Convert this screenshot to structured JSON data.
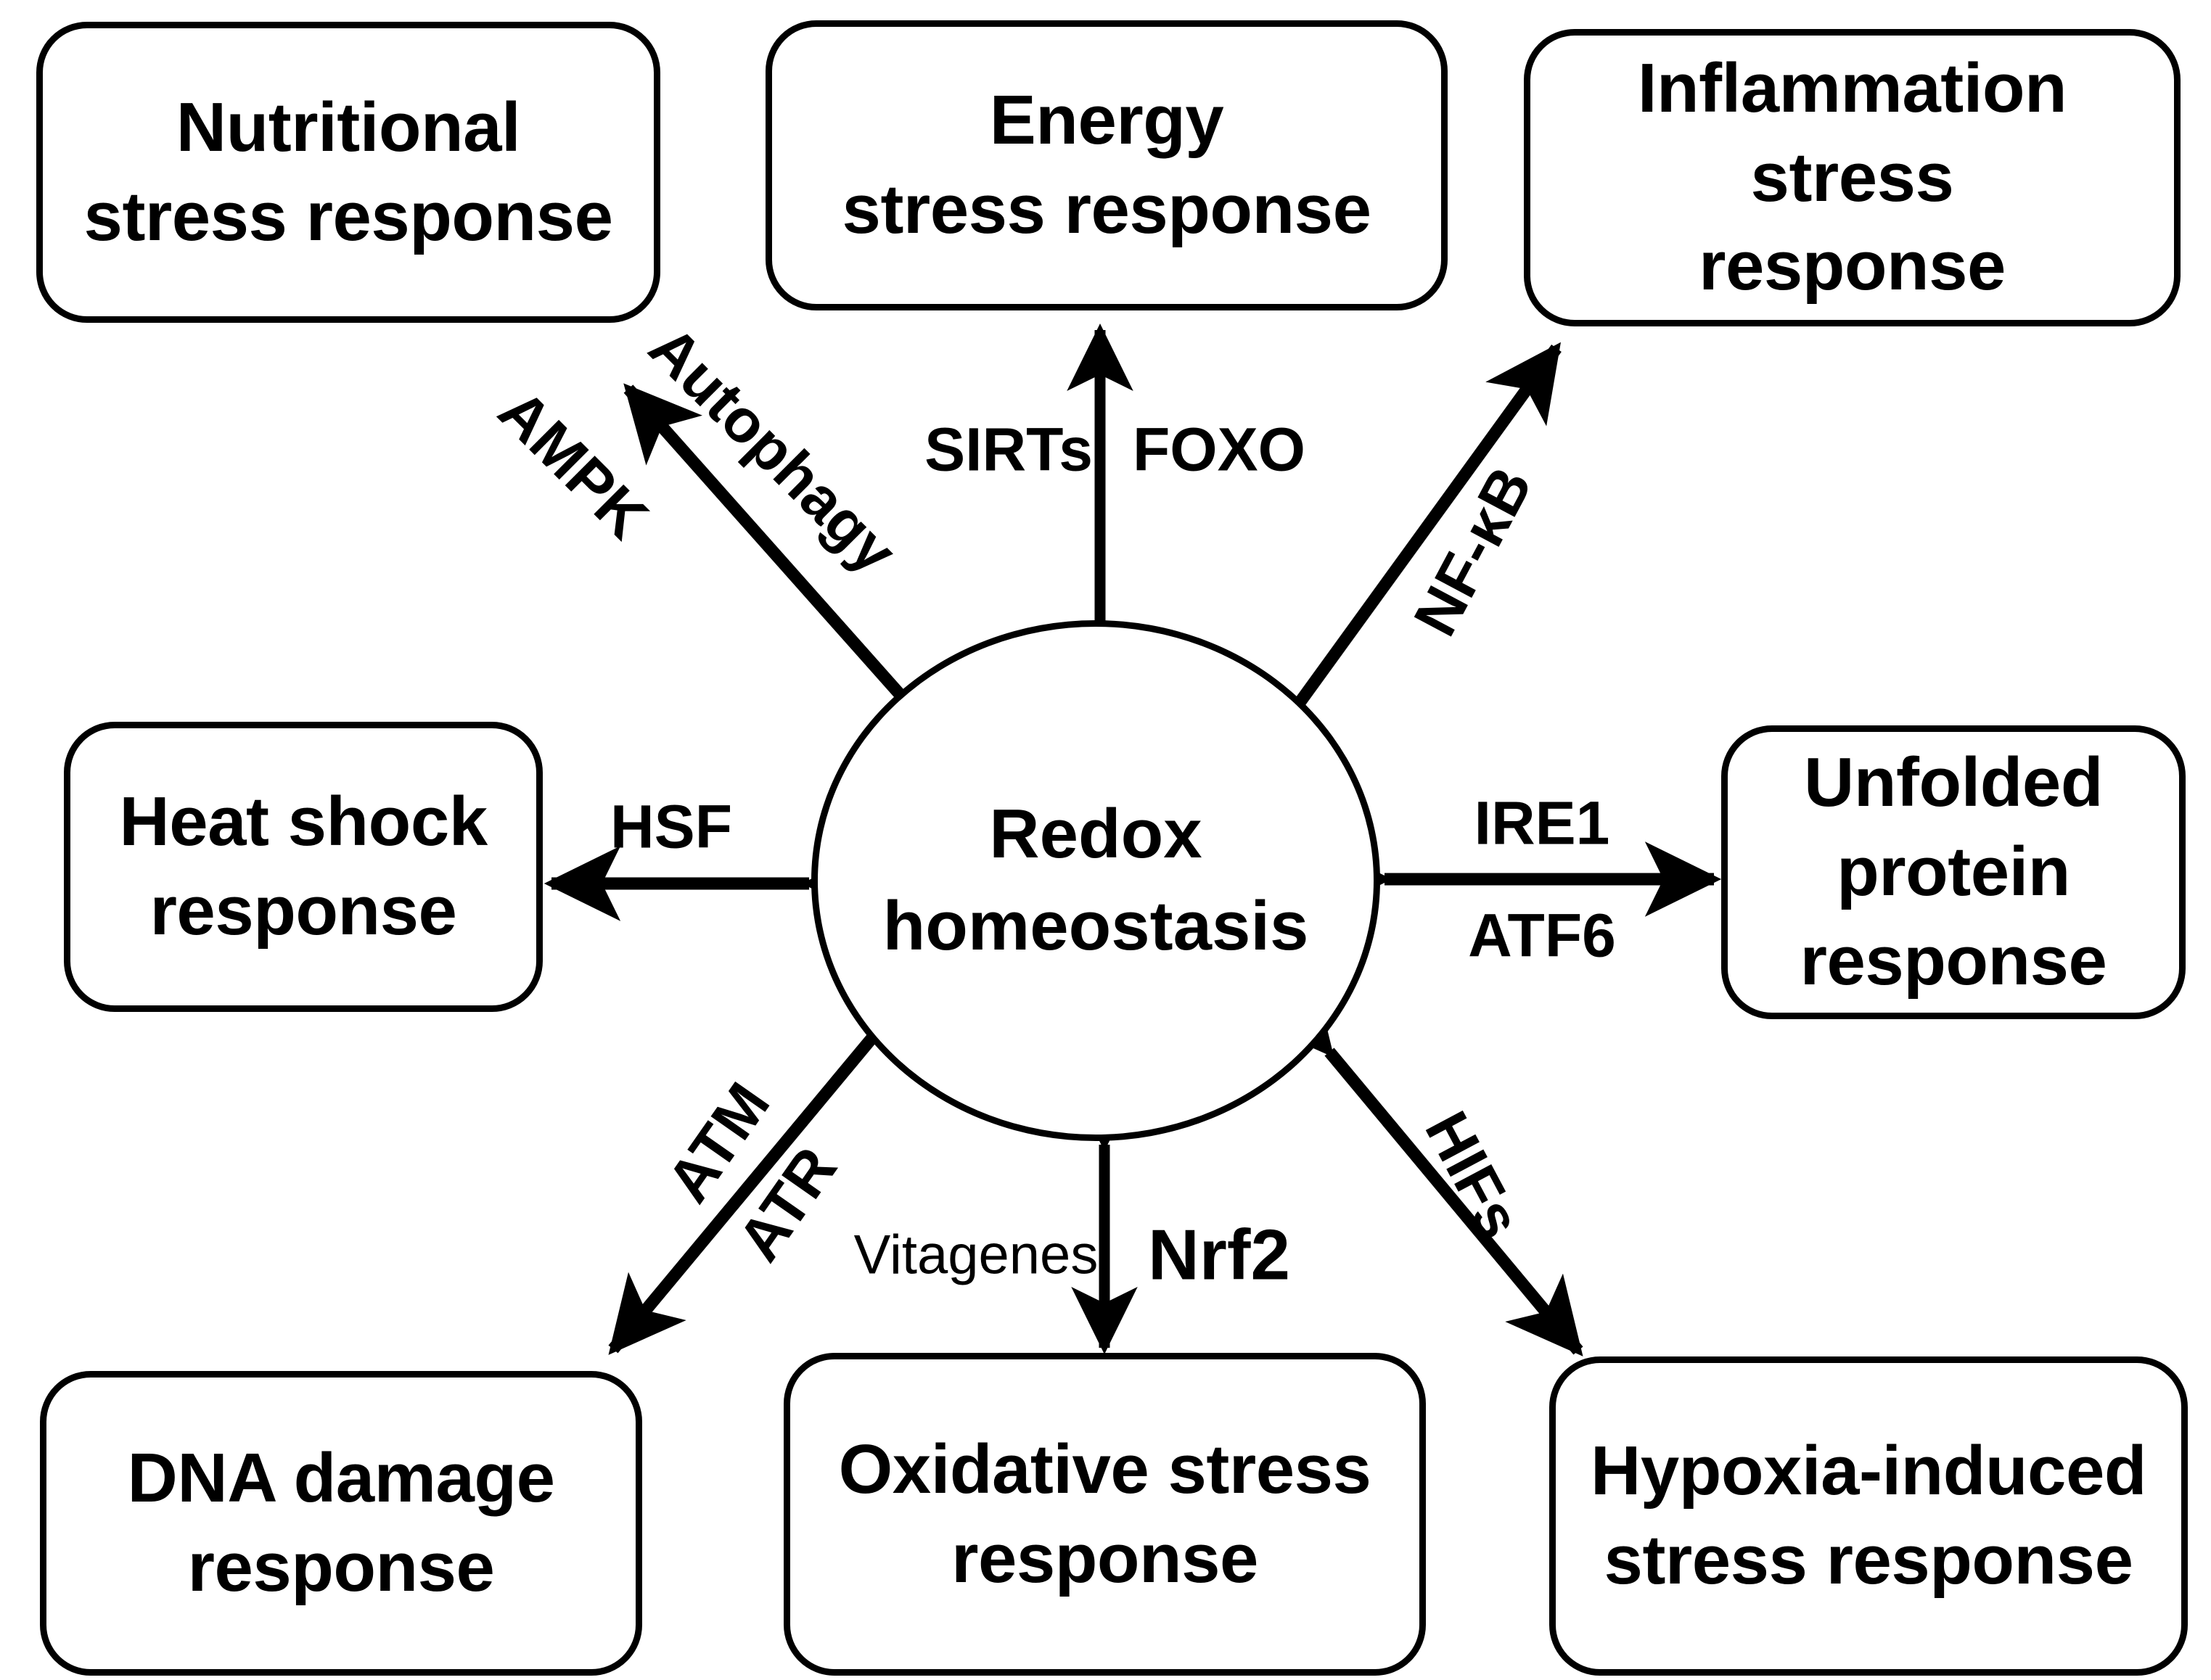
{
  "figure": {
    "type": "hub-and-spoke concept diagram",
    "center": {
      "label": "Redox\nhomeostasis",
      "shape": "circle"
    },
    "nodes": [
      {
        "id": "nutritional",
        "label": "Nutritional\nstress response",
        "position": "top-left"
      },
      {
        "id": "energy",
        "label": "Energy\nstress response",
        "position": "top-center"
      },
      {
        "id": "inflammation",
        "label": "Inflammation stress\nresponse",
        "position": "top-right"
      },
      {
        "id": "heatshock",
        "label": "Heat shock\nresponse",
        "position": "middle-left"
      },
      {
        "id": "unfolded",
        "label": "Unfolded\nprotein\nresponse",
        "position": "middle-right"
      },
      {
        "id": "dnadamage",
        "label": "DNA damage\nresponse",
        "position": "bottom-left"
      },
      {
        "id": "oxidative",
        "label": "Oxidative stress\nresponse",
        "position": "bottom-center"
      },
      {
        "id": "hypoxia",
        "label": "Hypoxia-induced\nstress response",
        "position": "bottom-right"
      }
    ],
    "edge_labels": {
      "ampk": "AMPK",
      "autophagy": "Autophagy",
      "sirts": "SIRTs",
      "foxo": "FOXO",
      "nfkb": "NF-κB",
      "hsf": "HSF",
      "ire1": "IRE1",
      "atf6": "ATF6",
      "atm": "ATM",
      "atr": "ATR",
      "vitagenes": "Vitagenes",
      "nrf2": "Nrf2",
      "hifs": "HIFs"
    },
    "edges": [
      {
        "from": "center",
        "to": "nutritional",
        "arrow": "double",
        "labels": [
          "AMPK",
          "Autophagy"
        ]
      },
      {
        "from": "center",
        "to": "energy",
        "arrow": "double",
        "labels": [
          "SIRTs",
          "FOXO"
        ]
      },
      {
        "from": "center",
        "to": "inflammation",
        "arrow": "double",
        "labels": [
          "NF-κB"
        ]
      },
      {
        "from": "center",
        "to": "heatshock",
        "arrow": "double",
        "labels": [
          "HSF"
        ]
      },
      {
        "from": "center",
        "to": "unfolded",
        "arrow": "double",
        "labels": [
          "IRE1",
          "ATF6"
        ]
      },
      {
        "from": "center",
        "to": "dnadamage",
        "arrow": "double",
        "labels": [
          "ATM",
          "ATR"
        ]
      },
      {
        "from": "center",
        "to": "oxidative",
        "arrow": "double",
        "labels": [
          "Vitagenes",
          "Nrf2"
        ]
      },
      {
        "from": "center",
        "to": "hypoxia",
        "arrow": "double",
        "labels": [
          "HIFs"
        ]
      }
    ],
    "colors": {
      "stroke": "#000000",
      "fill": "#ffffff",
      "text": "#000000"
    }
  }
}
